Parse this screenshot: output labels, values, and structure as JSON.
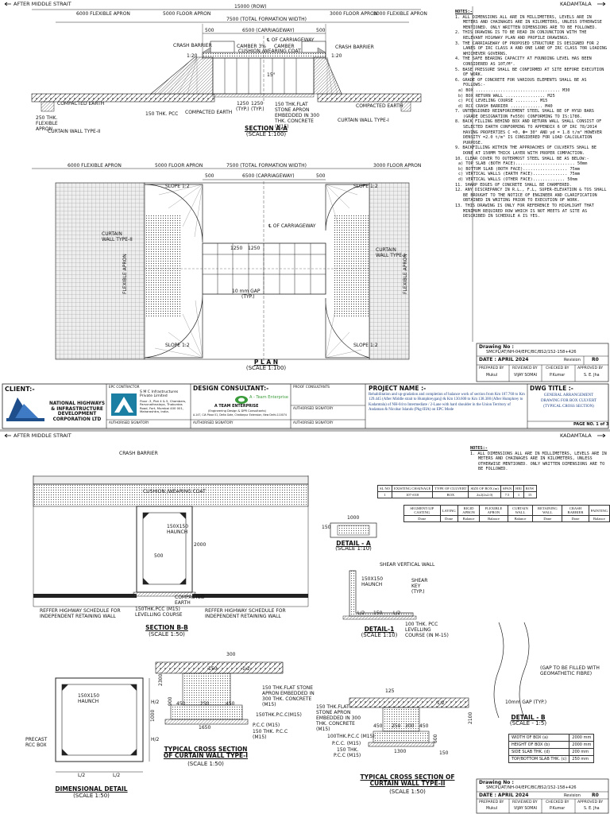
{
  "sheet1": {
    "header_left": "AFTER MIDDLE STRAIT",
    "header_right": "KADAMTALA",
    "section_aa": {
      "dims": [
        "15000 (ROW)",
        "6000 FLEXIBLE APRON",
        "5000 FLOOR APRON",
        "7500 (TOTAL FORMATION WIDTH)",
        "3000 FLOOR APRON",
        "3000 FLEXIBLE APRON",
        "500",
        "6500 (CARRIAGEWAY)",
        "500"
      ],
      "labels": [
        "CRASH BARRIER",
        "℄ OF CARRIAGEWAY",
        "CAMBER 3%",
        "CAMBER",
        "CUSHION /WEARING COAT",
        "CRASH BARRIER",
        "1:20",
        "1:20",
        "15°",
        "COMPACTED EARTH",
        "150 THK. PCC",
        "COMPACTED EARTH",
        "250 THK. FLEXIBLE APRON",
        "CURTAIN WALL TYPE-II",
        "1250",
        "1250",
        "(TYP.)",
        "(TYP.)",
        "150 THK.FLAT STONE APRON EMBEDDED IN 300 THK. CONCRETE (M15)",
        "COMPACTED EARTH",
        "CURTAIN WALL TYPE-I"
      ],
      "title": "SECTION A-A",
      "scale": "(SCALE 1:100)"
    },
    "plan": {
      "dims": [
        "6000 FLEXIBLE APRON",
        "5000 FLOOR APRON",
        "7500 (TOTAL FORMATION WIDTH)",
        "3000 FLOOR APRON",
        "500",
        "6500 (CARRIAGEWAY)",
        "500"
      ],
      "labels": [
        "SLOPE 1:2",
        "SLOPE 1:2",
        "CURTAIN WALL TYPE-II",
        "FLEXIBLE APRON",
        "℄ OF CARRIAGEWAY",
        "CURTAIN WALL TYPE-I",
        "FLEXIBLE APRON",
        "1250",
        "1250",
        "10 mm GAP",
        "(TYP.)",
        "SLOPE 1:2",
        "SLOPE 1:2"
      ],
      "title": "P L A N",
      "scale": "(SCALE 1:100)"
    },
    "notes_title": "NOTES:-",
    "notes": [
      "1. ALL DIMENSIONS ALL ARE IN MILLIMETERS, LEVELS ARE IN METERS AND CHAINAGES ARE IN KILOMETERS, UNLESS OTHERWISE MENTIONED. ONLY WRITTEN DIMENSIONS ARE TO BE FOLLOWED.",
      "2. THIS DRAWING IS TO BE READ IN CONJUNCTION WITH THE RELEVANT HIGHWAY PLAN AND PROFILE DRAWINGS.",
      "3. THE CARRIAGEWAY OF PROPOSED STRUCTURE IS DESIGNED FOR 2 LANES OF IRC CLASS A AND ONE LANE OF IRC CLASS 70R LOADING WHICHEVER GOVERNS.",
      "4. THE SAFE BEARING CAPACITY AT FOUNDING LEVEL HAS BEEN CONSIDERED AS 10T/M².",
      "5. BASE PRESSURE SHALL BE CONFIRMED AT SITE BEFORE EXECUTION OF WORK.",
      "6. GRADE OF CONCRETE FOR VARIOUS ELEMENTS SHALL BE AS FOLLOWS:-",
      "a) BOX .................................. M30",
      "b) BOX RETURN WALL ................ M25",
      "c) PCC LEVELING COURSE ......... M15",
      "d) RCC CRASH BARRIER ............. M40",
      "7. UNTENSIONED REINFORCEMENT STEEL SHALL BE OF HYSD BARS (GRADE DESIGNATION Fe550) CONFORMING TO IS:1786.",
      "8. BACK FILLING BEHIND BOX AND RETURN WALL SHALL CONSIST OF SELECTED EARTH CONFORMING TO APPENDIX 6 OF IRC 78/2014 HAVING PROPERTIES C =0, Φ= 30° AND γd = 1.8 t/m³ HOWEVER DENSITY =2.0 t/m³ IS CONSIDERED FOR LOAD CALCULATION PURPOSE.",
      "9. BACKFILLING WITHIN THE APPROACHES OF CULVERTS SHALL BE DONE AT 150MM THICK LAYER WITH PROPER COMPACTION.",
      "10. CLEAR COVER TO OUTERMOST STEEL SHALL BE AS BELOW:-",
      "a) TOP SLAB (BOTH FACE)........................ 50mm",
      "b) BOTTOM SLAB (BOTH FACE).................. 75mm",
      "c) VERTICAL WALLS (EARTH FACE).............. 75mm",
      "d) VERTICAL WALLS (OTHER FACE)............. 50mm",
      "11. SHARP EDGES OF CONCRETE SHALL BE CHAMFERED.",
      "12. ANY DISCREPANCY IN R.L., F.L, SUPER-ELEVATION & TOS SHALL BE BROUGHT TO THE NOTICE OF ENGINEER AND CLARIFICATION OBTAINED IN WRITING PRIOR TO EXECUTION OF WORK.",
      "13. THIS DRAWING IS ONLY FOR REFERENCE TO HIGHLIGHT THAT MINIMUM REQUIRED ROW WHICH IS NOT MEETS AT SITE AS DESCRIBED IN SCHEDULE A IS YES."
    ],
    "drawing_no_label": "Drawing No :",
    "drawing_no": "SMCPL/AT/NH-04/EPC/BC/BS2/152-158+426",
    "date": "DATE : APRIL 2024",
    "revision_label": "Revision",
    "revision": "R0",
    "signoff": [
      {
        "role": "PREPARED BY",
        "name": "Mukul"
      },
      {
        "role": "REVIEWED BY",
        "name": "VIJAY SOMAI"
      },
      {
        "role": "CHECKED BY",
        "name": "P.Kumar"
      },
      {
        "role": "APPROVED BY",
        "name": "S. E. Jha"
      }
    ],
    "title_block": {
      "client_label": "CLIENT:-",
      "client_name": "NATIONAL HIGHWAYS & INFRASTRUCTURE DEVELOPMENT CORPORATION LTD",
      "epc_label": "EPC CONTRACTOR",
      "epc_name": "S M C Infrastructures Private Limited",
      "epc_address": "Floor -3, Plot 4 & 5, Chambers, Parsvnathnalaya, Thakurdas Road, Fort, Mumbai 400 001, Maharashtra, India.",
      "epc_sign": "AUTHORISED SIGNATORY",
      "consultant_label": "DESIGN CONSULTANT:-",
      "consultant_brand": "A - Team Enterprise",
      "consultant_name": "A TEAM ENTERPRISE",
      "consultant_sub": "(Engineering Design & DPR Consultants)",
      "consultant_address": "A-147, CIA Plaza 01, Delta Gate, Chattarpur Extension, New Delhi-110074",
      "consultant_sign": "AUTHORISED SIGNATORY",
      "proof_label": "PROOF CONSULTANTS",
      "proof_sign1": "AUTHORISED SIGNATORY",
      "proof_sign2": "AUTHORISED SIGNATORY",
      "project_label": "PROJECT NAME :-",
      "project_text": "Rehabilitation and up-gradation and completion of balance work of section from Km 107.760 to Km 129.445 (After Middle strait to Humphreyganj) & Km 130.600 to Km 138.300 (After Humphrey to Kadamtala) of NH-04 to Intermediate / 2-Lane with hard shoulder in the Union Territory of Andaman & Nicobar Islands (Pkg-IIIA) on EPC Mode",
      "dwg_title_label": "DWG TITLE :-",
      "dwg_title_1": "GENERAL ARRANGEMENT",
      "dwg_title_2": "DRAWING FOR BOX CULVERT",
      "dwg_title_3": "(TYPICAL CROSS SECTION)",
      "page": "PAGE NO. 1 of 3"
    }
  },
  "sheet2": {
    "header_left": "AFTER MIDDLE STRAIT",
    "header_right": "KADAMTALA",
    "section_bb": {
      "labels": [
        "CRASH BARRIER",
        "CUSHION /WEARING COAT",
        "150X150 HAUNCH",
        "500",
        "2000",
        "COMPACTED EARTH",
        "150THK.PCC (M15) LEVELLING COURSE",
        "REFFER HIGHWAY SCHEDULE FOR INDEPENDENT RETAINING WALL",
        "REFFER HIGHWAY SCHEDULE FOR INDEPENDENT RETAINING WALL"
      ],
      "title": "SECTION B-B",
      "scale": "(SCALE 1:50)"
    },
    "detail_a": {
      "dims": [
        "150",
        "1000"
      ],
      "title": "DETAIL - A",
      "scale": "(SCALE 1:10)"
    },
    "detail_1": {
      "labels": [
        "SHEAR VERTICAL WALL",
        "150X150 HAUNCH",
        "SHEAR KEY (TYP.)",
        "100 THK. PCC LEVELLING COURSE (IN M-15)",
        "L/2",
        "150",
        "L/2"
      ],
      "title": "DETAIL-1",
      "scale": "(SCALE 1:10)"
    },
    "detail_b": {
      "labels": [
        "(GAP TO BE FILLED WITH GEOMATHETIC FIBRE)",
        "10mm GAP (TYP.)"
      ],
      "title": "DETAIL - B",
      "scale": "(SCALE - 1:5)"
    },
    "notes_title": "NOTES:-",
    "notes": [
      "1. ALL DIMENSIONS ALL ARE IN MILLIMETERS, LEVELS ARE IN METERS AND CHAINAGES ARE IN KILOMETERS, UNLESS OTHERWISE MENTIONED. ONLY WRITTEN DIMENSIONS ARE TO BE FOLLOWED."
    ],
    "schedule": {
      "row1_headers": [
        "SL NO",
        "EXISTING CHAINAGE",
        "TYPE OF CULVERT",
        "SIZE OF BOX (m)",
        "SPAN",
        "HEI",
        "ROW"
      ],
      "row1_values": [
        "1",
        "107+018",
        "BOX",
        "2x2(2x2.0)",
        "7.5",
        "1",
        "15"
      ],
      "row2_headers": [
        "SEGMENT/LIP CASTING",
        "LAYING",
        "RIGID APRON",
        "FLEXIBLE APRON",
        "CURTAIN WALL",
        "RETAINING WALL",
        "CRASH BARRIER",
        "PAINTING"
      ],
      "row2_values": [
        "Done",
        "Done",
        "Balance",
        "Balance",
        "Balance",
        "Done",
        "Done",
        "Balance"
      ]
    },
    "curtain_wall_1": {
      "labels": [
        "300",
        "150",
        "1:2",
        "150 THK.FLAT STONE APRON EMBEDDED IN 300 THK. CONCRETE (M15)",
        "150THK.P.C.C(M15)",
        "P.C.C (M15)",
        "150 THK. P.C.C (M15)",
        "450",
        "250",
        "450",
        "1650",
        "2300",
        "900",
        "1000"
      ],
      "title": "TYPICAL CROSS SECTION OF CURTAIN WALL TYPE-I",
      "scale": "(SCALE 1:50)"
    },
    "curtain_wall_2": {
      "labels": [
        "150 THK.FLAT STONE APRON EMBEDDED IN 300 THK. CONCRETE (M15)",
        "100THK.P.C.C (M15)",
        "P.C.C. (M15)",
        "150 THK.",
        "P.C.C (M15)",
        "125",
        "1:2",
        "450",
        "250",
        "300",
        "450",
        "1300",
        "2100",
        "600",
        "150"
      ],
      "title": "TYPICAL CROSS SECTION OF CURTAIN WALL TYPE-II",
      "scale": "(SCALE 1:50)"
    },
    "dimensional": {
      "labels": [
        "150X150 HAUNCH",
        "PRECAST RCC BOX",
        "L/2",
        "L/2",
        "H/2",
        "H/2"
      ],
      "title": "DIMENSIONAL DETAIL",
      "scale": "(SCALE 1:50)"
    },
    "dim_table": [
      {
        "k": "WIDTH OF BOX (a)",
        "v": "2000 mm"
      },
      {
        "k": "HEIGHT OF BOX (b)",
        "v": "2000 mm"
      },
      {
        "k": "SIDE SLAB THK. (d)",
        "v": "200 mm"
      },
      {
        "k": "TOP/BOTTOM SLAB THK. (c)",
        "v": "250 mm"
      }
    ],
    "drawing_no_label": "Drawing No :",
    "drawing_no": "SMCPL/AT/NH-04/EPC/BC/BS2/152-158+426",
    "date": "DATE : APRIL 2024",
    "revision_label": "Revision",
    "revision": "R0",
    "signoff": [
      {
        "role": "PREPARED BY",
        "name": "Mukul"
      },
      {
        "role": "REVIEWED BY",
        "name": "VIJAY SOMAI"
      },
      {
        "role": "CHECKED BY",
        "name": "P.Kumar"
      },
      {
        "role": "APPROVED BY",
        "name": "S. E. Jha"
      }
    ]
  },
  "colors": {
    "line": "#222222",
    "hatch": "#9a9a9a",
    "paper": "#ffffff",
    "ground": "#111111",
    "logo_blue": "#1f4e8c",
    "logo_green": "#3a9b3a",
    "title_blue": "#1b3f82"
  }
}
